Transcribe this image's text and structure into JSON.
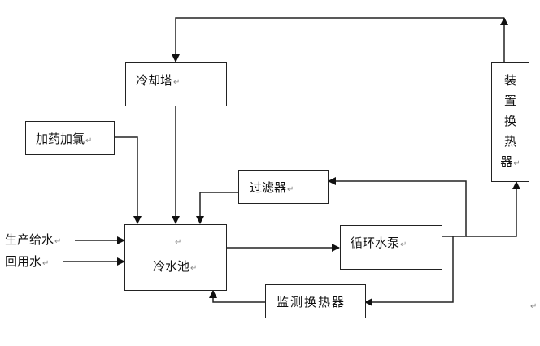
{
  "diagram": {
    "nodes": {
      "cooling_tower": "冷却塔",
      "dosing": "加药加氯",
      "cold_pool": "冷水池",
      "filter": "过滤器",
      "circ_pump": "循环水泵",
      "monitor_hx": "监测换热器",
      "device_hx": [
        "装",
        "置",
        "换",
        "热",
        "器"
      ]
    },
    "inputs": {
      "production_water": "生产给水",
      "reuse_water": "回用水"
    },
    "paragraph_mark": "↵",
    "edges": [
      {
        "from": "装置换热器",
        "to": "冷却塔"
      },
      {
        "from": "冷却塔",
        "to": "冷水池"
      },
      {
        "from": "加药加氯",
        "to": "冷水池"
      },
      {
        "from": "过滤器",
        "to": "冷水池"
      },
      {
        "from": "生产给水",
        "to": "冷水池"
      },
      {
        "from": "回用水",
        "to": "冷水池"
      },
      {
        "from": "冷水池",
        "to": "循环水泵"
      },
      {
        "from": "循环水泵",
        "to": "过滤器"
      },
      {
        "from": "循环水泵",
        "to": "装置换热器"
      },
      {
        "from": "循环水泵",
        "to": "监测换热器"
      },
      {
        "from": "监测换热器",
        "to": "冷水池"
      }
    ]
  }
}
